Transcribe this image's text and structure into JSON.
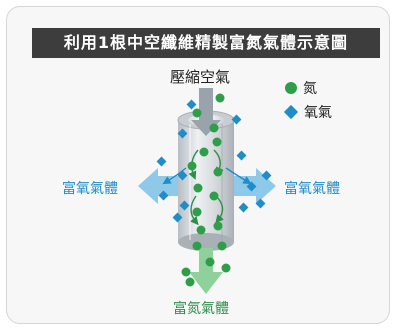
{
  "title": "利用1根中空纖維精製富氮氣體示意圖",
  "labels": {
    "input": "壓縮空氣",
    "output_left": "富氧氣體",
    "output_right": "富氧氣體",
    "output_bottom": "富氮氣體"
  },
  "legend": [
    {
      "marker": "green-circle",
      "label": "氮"
    },
    {
      "marker": "blue-diamond",
      "label": "氧氣"
    }
  ],
  "colors": {
    "title_bg": "#3d3d3d",
    "nitrogen": "#2f9e4a",
    "oxygen": "#1f8ec8",
    "fiber": "#c9cdd1",
    "arrow_input": "#9aa3ab",
    "arrow_oxygen": "#8ec9ea",
    "arrow_nitrogen": "#8fd19a"
  }
}
